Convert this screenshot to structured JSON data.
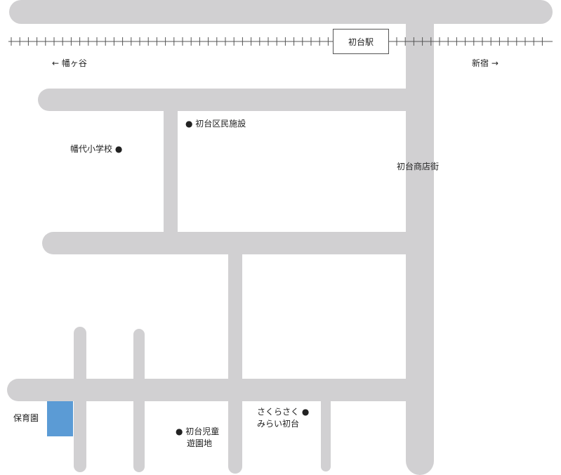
{
  "station": {
    "name": "初台駅"
  },
  "directions": {
    "west": "← 幡ヶ谷",
    "east": "新宿 →"
  },
  "street": {
    "shopping": "初台商店街"
  },
  "landmarks": {
    "community_center": "● 初台区民施設",
    "elementary_school": "幡代小学校 ●",
    "park_line1": "● 初台児童",
    "park_line2": "遊園地",
    "target_line1": "さくらさく ●",
    "target_line2": "みらい初台",
    "nursery": "保育園"
  },
  "colors": {
    "road": "#d1d0d2",
    "rail": "#555555",
    "nursery_fill": "#5b9bd5",
    "text": "#222222"
  }
}
